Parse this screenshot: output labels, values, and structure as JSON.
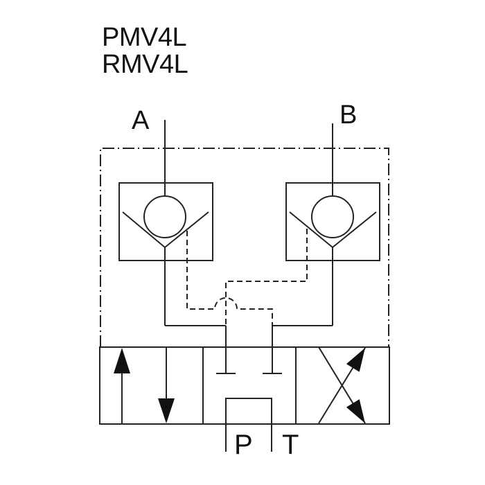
{
  "title": {
    "line1": "PMV4L",
    "line2": "RMV4L"
  },
  "port_labels": {
    "a": "A",
    "b": "B",
    "p": "P",
    "t": "T"
  },
  "colors": {
    "background": "#ffffff",
    "line": "#232323",
    "arrow_fill": "#111111",
    "text": "#111111"
  },
  "symbols": {
    "boundary": "manifold-enclosure-dashdot-border",
    "check_valve_left": "pilot-operated-check-valve-ball-and-seat",
    "check_valve_right": "pilot-operated-check-valve-ball-and-seat",
    "pilot_line_left": "dashed-pilot-line-to-b-side",
    "pilot_line_right": "dashed-pilot-line-to-a-side",
    "pilot_crossover": "line-hop-arc",
    "directional_valve": "4-port-3-position-directional-valve",
    "valve_left_position": "parallel-flow-arrows-up-down",
    "valve_center_position": "a-b-blocked-p-to-t-bypass",
    "valve_right_position": "crossed-flow-arrows"
  }
}
